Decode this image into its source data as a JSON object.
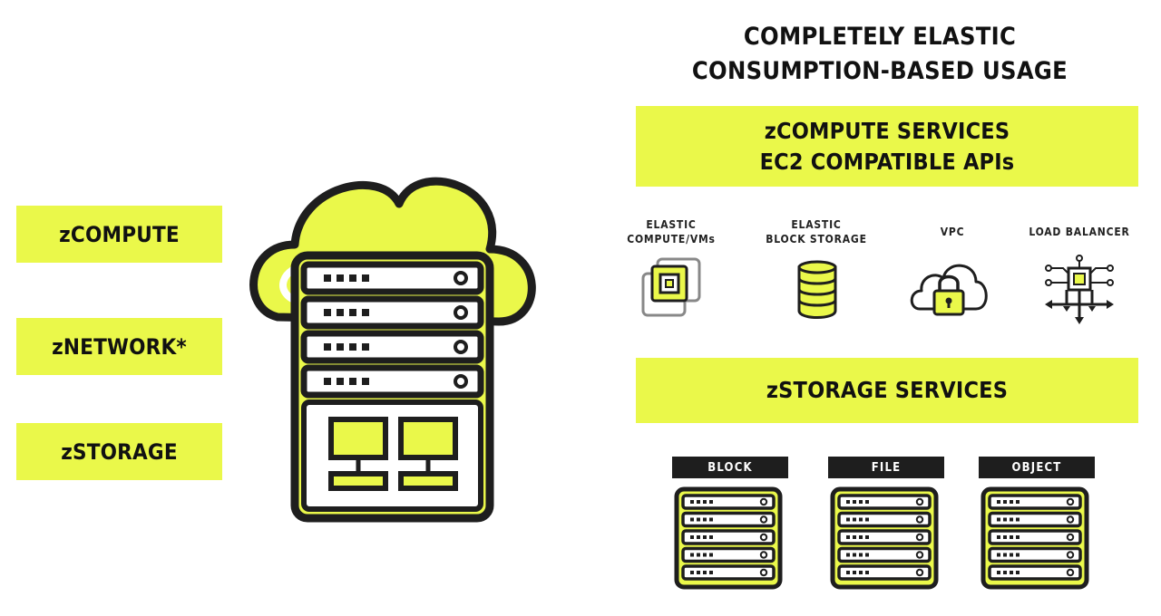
{
  "left_boxes": [
    {
      "label": "zCOMPUTE"
    },
    {
      "label": "zNETWORK*"
    },
    {
      "label": "zSTORAGE"
    }
  ],
  "headline": {
    "line1": "COMPLETELY ELASTIC",
    "line2": "CONSUMPTION-BASED USAGE"
  },
  "compute_services": {
    "line1": "zCOMPUTE SERVICES",
    "line2": "EC2 COMPATIBLE APIs"
  },
  "services": [
    {
      "line1": "ELASTIC",
      "line2": "COMPUTE/VMs",
      "icon": "chip-stack-icon"
    },
    {
      "line1": "ELASTIC",
      "line2": "BLOCK STORAGE",
      "icon": "database-icon"
    },
    {
      "line1": "VPC",
      "line2": "",
      "icon": "cloud-lock-icon"
    },
    {
      "line1": "LOAD BALANCER",
      "line2": "",
      "icon": "load-balancer-icon"
    }
  ],
  "storage_services": {
    "label": "zSTORAGE SERVICES"
  },
  "storage_types": [
    {
      "label": "BLOCK"
    },
    {
      "label": "FILE"
    },
    {
      "label": "OBJECT"
    }
  ],
  "colors": {
    "accent": "#eaf84a",
    "dark": "#1e1e1e",
    "background": "#ffffff"
  }
}
